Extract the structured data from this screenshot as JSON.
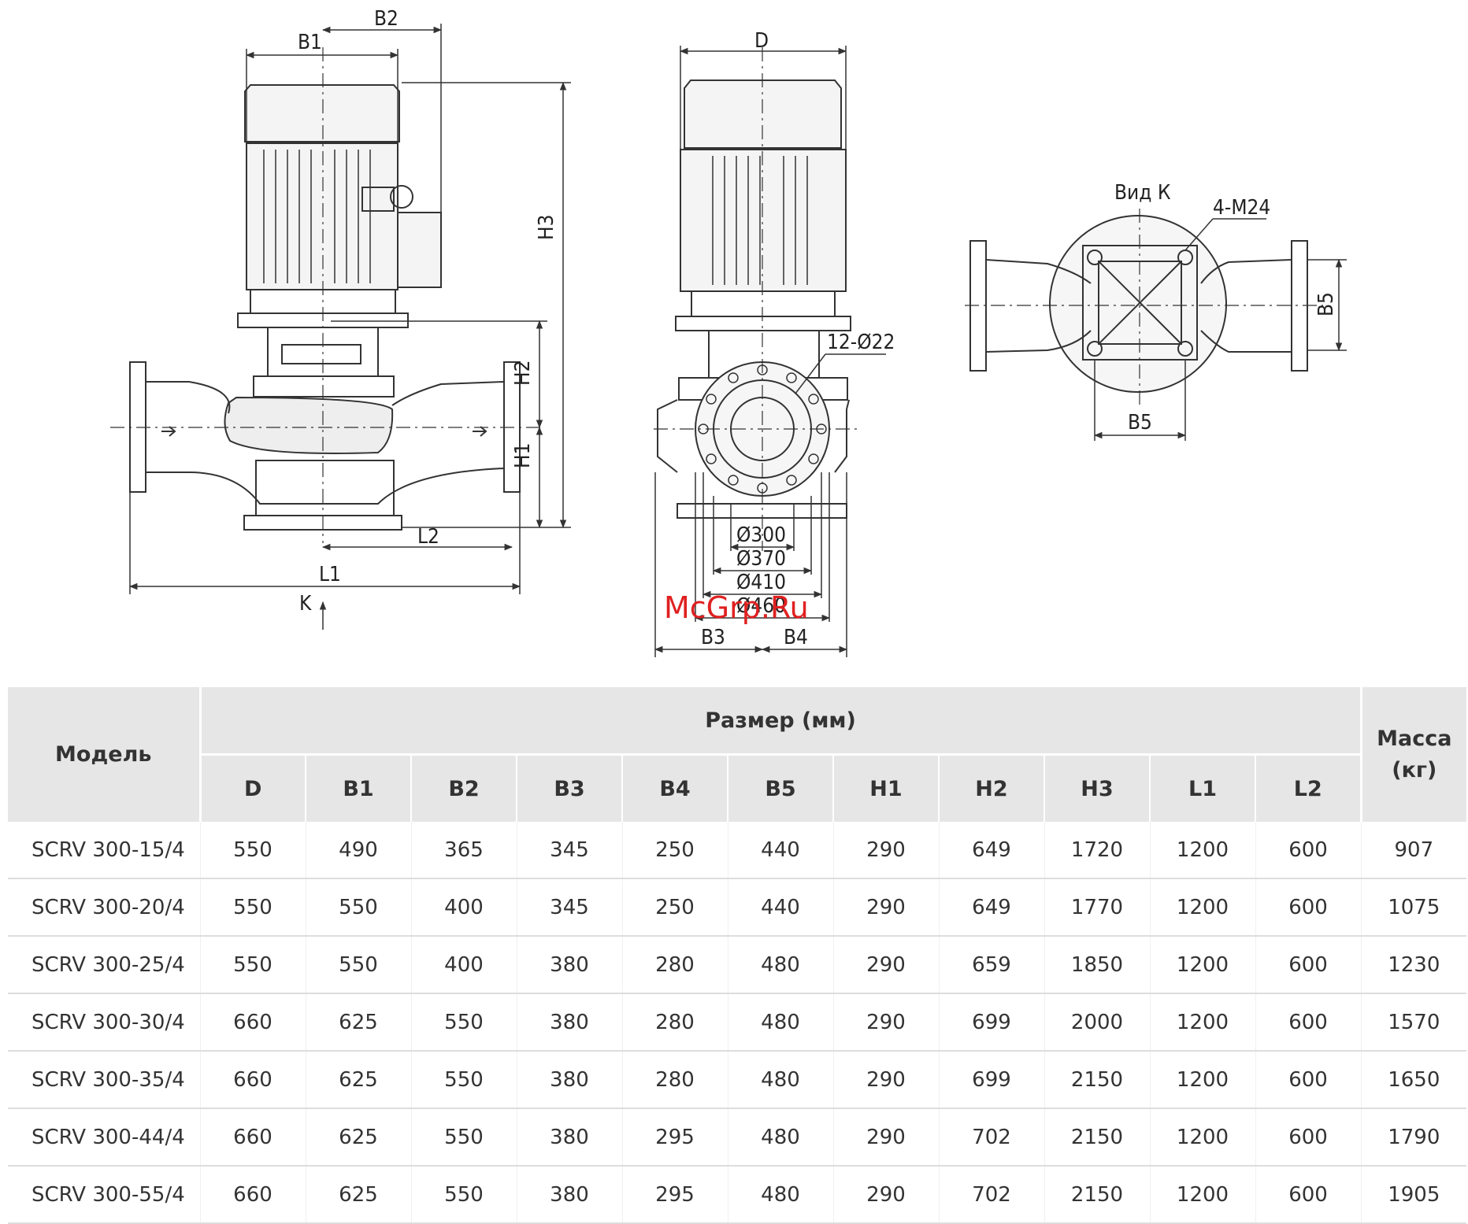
{
  "drawing": {
    "labels": {
      "b1": "B1",
      "b2": "B2",
      "h3": "H3",
      "h2": "H2",
      "h1": "H1",
      "l2": "L2",
      "l1": "L1",
      "k": "K",
      "d": "D",
      "holes": "12-Ø22",
      "d300": "Ø300",
      "d370": "Ø370",
      "d410": "Ø410",
      "d460": "Ø460",
      "b3": "B3",
      "b4": "B4",
      "view": "Вид К",
      "bolts": "4-M24",
      "b5_side": "B5",
      "b5_bottom": "B5"
    },
    "watermark": "McGrp.Ru",
    "colors": {
      "line": "#333333",
      "watermark": "#e02020"
    }
  },
  "table": {
    "model_header": "Модель",
    "size_header": "Размер (мм)",
    "mass_header_line1": "Масса",
    "mass_header_line2": "(кг)",
    "columns": [
      "D",
      "B1",
      "B2",
      "B3",
      "B4",
      "B5",
      "H1",
      "H2",
      "H3",
      "L1",
      "L2"
    ],
    "rows": [
      {
        "model": "SCRV 300-15/4",
        "values": [
          "550",
          "490",
          "365",
          "345",
          "250",
          "440",
          "290",
          "649",
          "1720",
          "1200",
          "600"
        ],
        "mass": "907"
      },
      {
        "model": "SCRV 300-20/4",
        "values": [
          "550",
          "550",
          "400",
          "345",
          "250",
          "440",
          "290",
          "649",
          "1770",
          "1200",
          "600"
        ],
        "mass": "1075"
      },
      {
        "model": "SCRV 300-25/4",
        "values": [
          "550",
          "550",
          "400",
          "380",
          "280",
          "480",
          "290",
          "659",
          "1850",
          "1200",
          "600"
        ],
        "mass": "1230"
      },
      {
        "model": "SCRV 300-30/4",
        "values": [
          "660",
          "625",
          "550",
          "380",
          "280",
          "480",
          "290",
          "699",
          "2000",
          "1200",
          "600"
        ],
        "mass": "1570"
      },
      {
        "model": "SCRV 300-35/4",
        "values": [
          "660",
          "625",
          "550",
          "380",
          "280",
          "480",
          "290",
          "699",
          "2150",
          "1200",
          "600"
        ],
        "mass": "1650"
      },
      {
        "model": "SCRV 300-44/4",
        "values": [
          "660",
          "625",
          "550",
          "380",
          "295",
          "480",
          "290",
          "702",
          "2150",
          "1200",
          "600"
        ],
        "mass": "1790"
      },
      {
        "model": "SCRV 300-55/4",
        "values": [
          "660",
          "625",
          "550",
          "380",
          "295",
          "480",
          "290",
          "702",
          "2150",
          "1200",
          "600"
        ],
        "mass": "1905"
      }
    ],
    "colors": {
      "header_bg": "#e6e6e6",
      "row_line": "#dddddd"
    }
  }
}
